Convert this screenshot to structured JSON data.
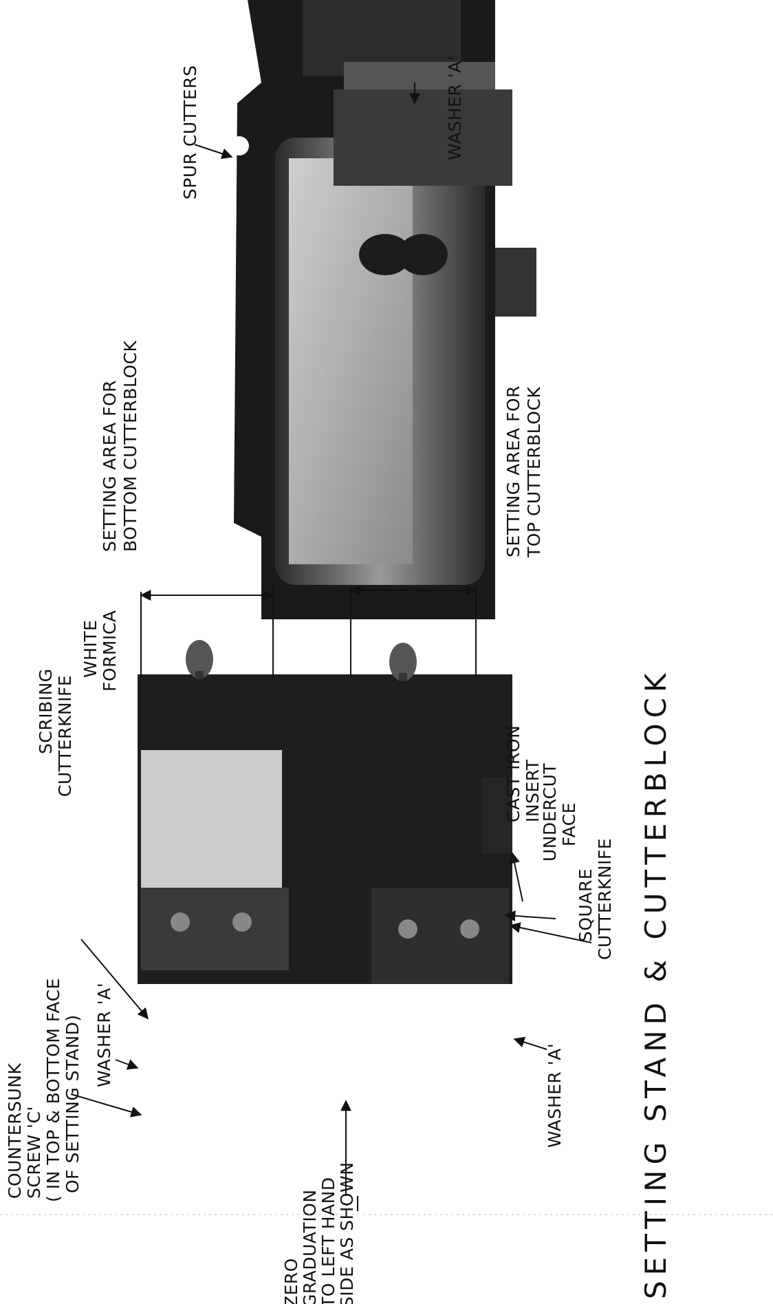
{
  "title": "SETTING STAND & CUTTERBLOCK",
  "labels": {
    "spur_cutters": "SPUR CUTTERS",
    "washer_a_top": "WASHER 'A'",
    "setting_area_bottom": [
      "SETTING AREA FOR",
      "BOTTOM CUTTERBLOCK"
    ],
    "setting_area_top": [
      "SETTING AREA FOR",
      "TOP CUTTERBLOCK"
    ],
    "countersunk": [
      "COUNTERSUNK",
      "SCREW 'C'",
      "( IN TOP & BOTTOM FACE",
      "OF SETTING STAND)"
    ],
    "washer_a_left": "WASHER 'A'",
    "scribing": [
      "SCRIBING",
      "CUTTERKNIFE"
    ],
    "white_formica": [
      "WHITE",
      "FORMICA"
    ],
    "cast_iron": [
      "CAST IRON",
      "INSERT"
    ],
    "undercut": [
      "UNDERCUT",
      "FACE"
    ],
    "square": [
      "SQUARE",
      "CUTTERKNIFE"
    ],
    "washer_a_bottom": "WASHER 'A'",
    "zero_grad": [
      "ZERO",
      "GRADUATION",
      "TO LEFT HAND",
      "SIDE AS SHOWN"
    ]
  },
  "colors": {
    "ink": "#111111",
    "paper": "#ffffff"
  }
}
